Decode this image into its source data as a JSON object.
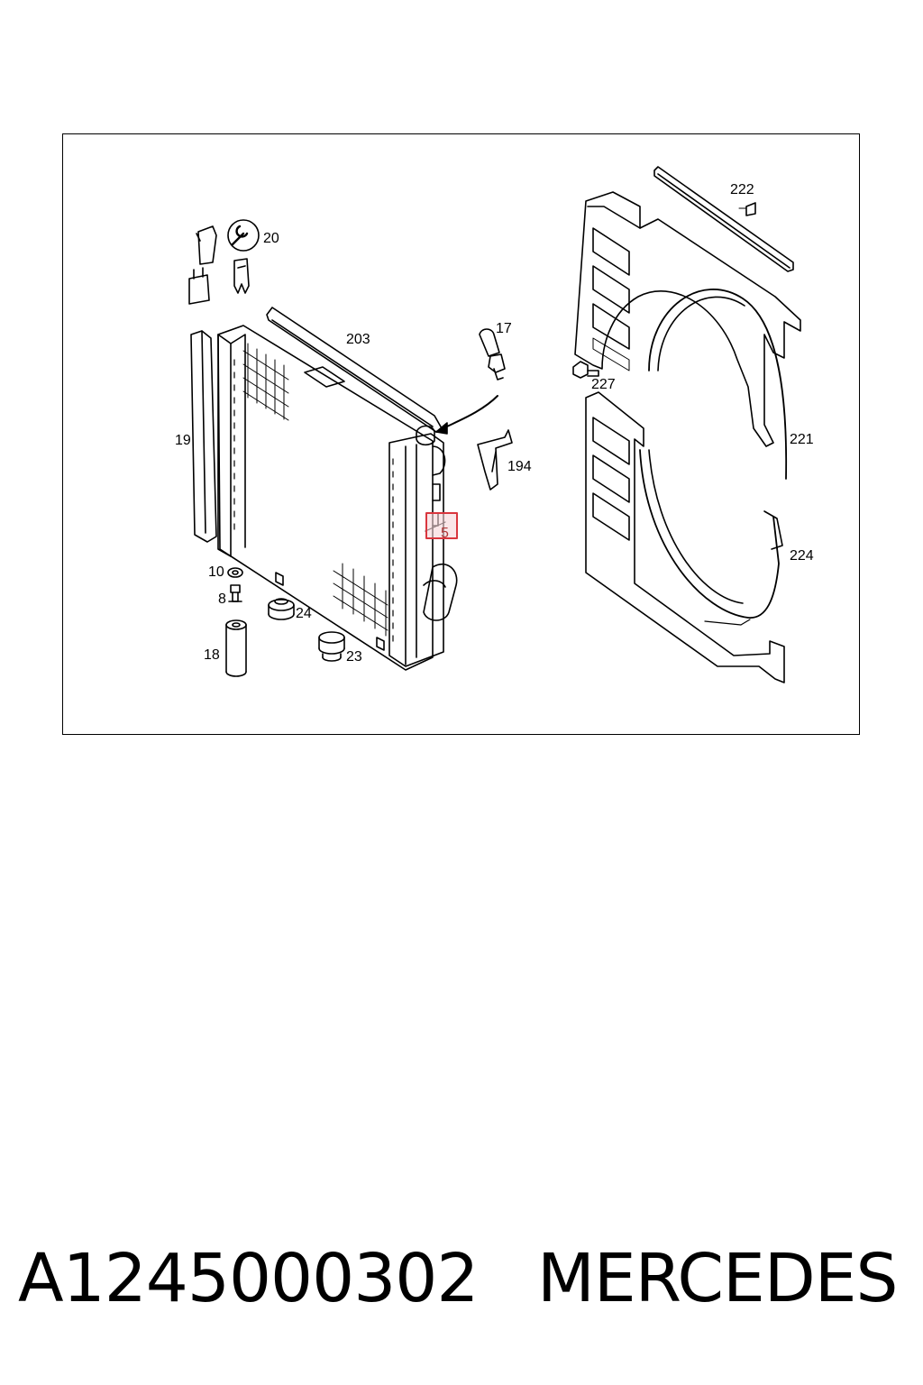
{
  "diagram": {
    "callouts": {
      "c20": "20",
      "c203": "203",
      "c17": "17",
      "c19": "19",
      "c194": "194",
      "c5": "5",
      "c10": "10",
      "c8": "8",
      "c24": "24",
      "c18": "18",
      "c23": "23",
      "c222": "222",
      "c227": "227",
      "c221": "221",
      "c224": "224"
    },
    "highlight_color": "#d9363e",
    "highlight_fill": "#f6d6d8"
  },
  "caption": {
    "part_number": "A1245000302",
    "brand": "MERCEDES"
  }
}
